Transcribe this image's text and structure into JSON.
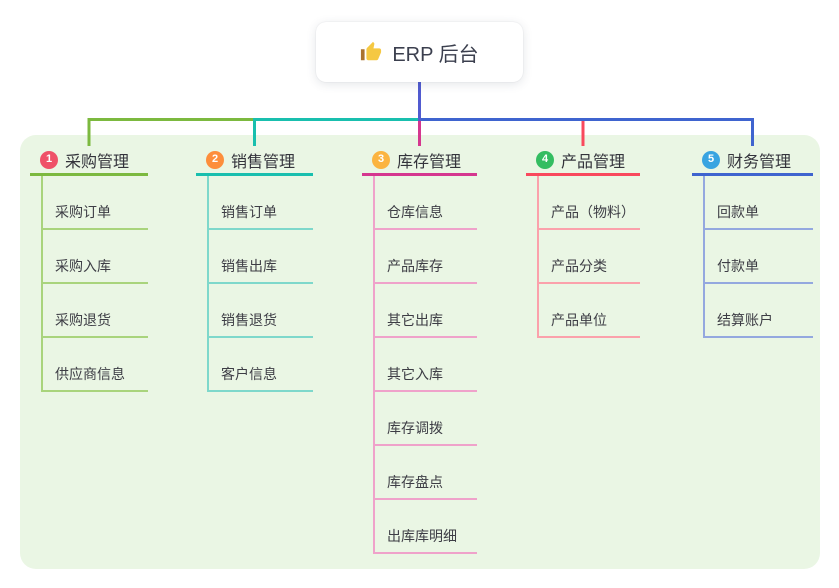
{
  "root": {
    "label": "ERP 后台",
    "icon": "thumbs-up",
    "connector_color": "#515bd0"
  },
  "branches": [
    {
      "number": "1",
      "title": "采购管理",
      "badge_color": "#ef5168",
      "line_color": "#7cb93f",
      "light_line_color": "#a9d47c",
      "children": [
        "采购订单",
        "采购入库",
        "采购退货",
        "供应商信息"
      ]
    },
    {
      "number": "2",
      "title": "销售管理",
      "badge_color": "#fd8e3c",
      "line_color": "#19bfae",
      "light_line_color": "#7ed8cb",
      "children": [
        "销售订单",
        "销售出库",
        "销售退货",
        "客户信息"
      ]
    },
    {
      "number": "3",
      "title": "库存管理",
      "badge_color": "#fbb440",
      "line_color": "#d5378f",
      "light_line_color": "#efa2ca",
      "children": [
        "仓库信息",
        "产品库存",
        "其它出库",
        "其它入库",
        "库存调拨",
        "库存盘点",
        "出库库明细"
      ]
    },
    {
      "number": "4",
      "title": "产品管理",
      "badge_color": "#34bd61",
      "line_color": "#f9495d",
      "light_line_color": "#fba1ab",
      "children": [
        "产品（物料）",
        "产品分类",
        "产品单位"
      ]
    },
    {
      "number": "5",
      "title": "财务管理",
      "badge_color": "#39a4e1",
      "line_color": "#3f64cf",
      "light_line_color": "#94a8df",
      "children": [
        "回款单",
        "付款单",
        "结算账户"
      ]
    }
  ],
  "colors": {
    "canvas_background": "#ffffff",
    "panel_background": "#eaf6e4"
  }
}
